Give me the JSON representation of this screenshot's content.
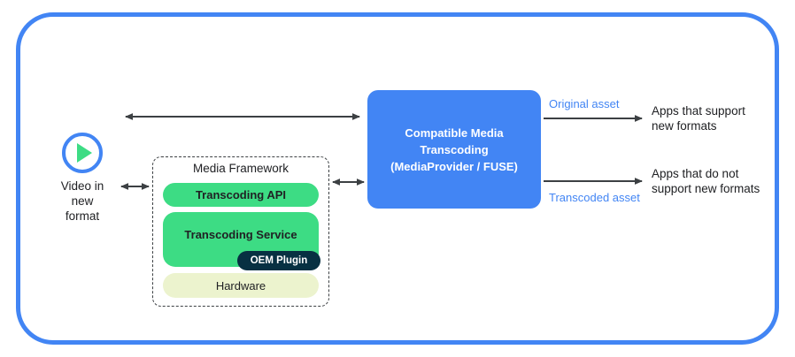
{
  "diagram": {
    "title_hidden": "",
    "frame": {
      "border_color": "#4285F4"
    },
    "source": {
      "icon": "play-circle-icon",
      "label": "Video in\nnew\nformat"
    },
    "media_framework": {
      "title": "Media Framework",
      "items": [
        {
          "label": "Transcoding API",
          "color": "#3DDC84"
        },
        {
          "label": "Transcoding Service",
          "color": "#3DDC84"
        },
        {
          "label": "OEM Plugin",
          "color": "#073042"
        },
        {
          "label": "Hardware",
          "color": "#ECF3CE"
        }
      ]
    },
    "cmt": {
      "label": "Compatible Media\nTranscoding\n(MediaProvider / FUSE)",
      "color": "#4285F4"
    },
    "edge_labels": {
      "original": "Original asset",
      "transcoded": "Transcoded asset",
      "color": "#4285F4"
    },
    "consumers": [
      {
        "label": "Apps that support\nnew formats"
      },
      {
        "label": "Apps that do not\nsupport new formats"
      }
    ]
  }
}
